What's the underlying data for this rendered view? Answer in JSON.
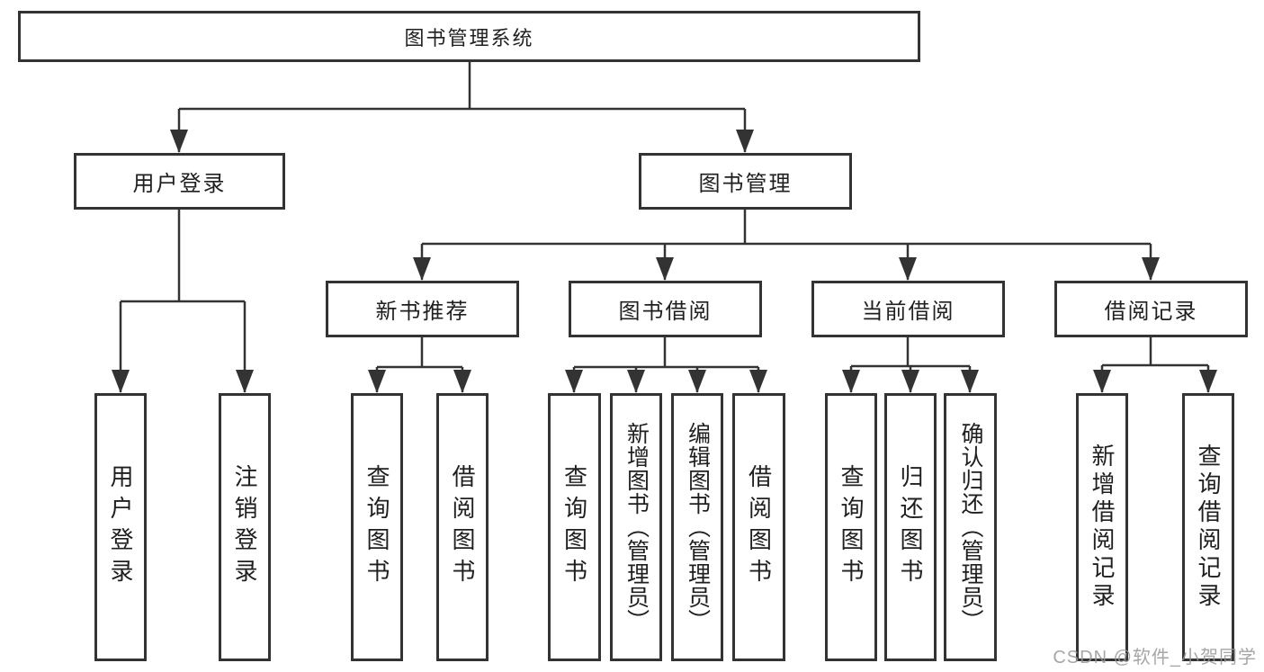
{
  "nodes": {
    "root": "图书管理系统",
    "user_login": "用户登录",
    "book_management": "图书管理",
    "new_book_recommend": "新书推荐",
    "book_borrow": "图书借阅",
    "current_borrow": "当前借阅",
    "borrow_records": "借阅记录",
    "leaf_user_login": "用户登录",
    "leaf_logout": "注销登录",
    "leaf_recommend_query": "查询图书",
    "leaf_recommend_borrow": "借阅图书",
    "leaf_borrow_query": "查询图书",
    "leaf_borrow_add": "新增图书（管理员）",
    "leaf_borrow_edit": "编辑图书（管理员）",
    "leaf_borrow_borrow": "借阅图书",
    "leaf_current_query": "查询图书",
    "leaf_current_return": "归还图书",
    "leaf_current_confirm": "确认归还（管理员）",
    "leaf_records_add": "新增借阅记录",
    "leaf_records_query": "查询借阅记录"
  },
  "watermark": "CSDN @软件_小贺同学",
  "colors": {
    "line": "#333333",
    "text": "#1f1f1f",
    "background": "#ffffff",
    "watermark": "#969696"
  }
}
